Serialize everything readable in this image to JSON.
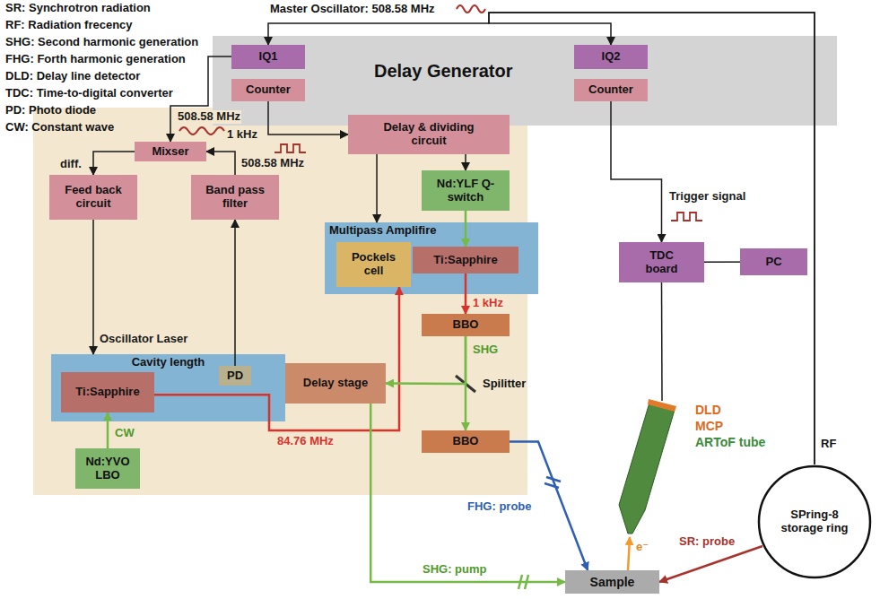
{
  "diagram": {
    "nodes": [
      {
        "text": [
          "Delay Generator"
        ]
      },
      {
        "text": [
          "IQ1"
        ],
        "in": 0
      },
      {
        "text": [
          "Counter"
        ],
        "in": 0
      },
      {
        "text": [
          "IQ2"
        ],
        "in": 0
      },
      {
        "text": [
          "Counter"
        ],
        "in": 0
      },
      {
        "text": [
          "Mixser"
        ]
      },
      {
        "text": [
          "Band pass filter"
        ]
      },
      {
        "text": [
          "Feed back circuit"
        ]
      },
      {
        "text": [
          "Delay & dividing circuit"
        ]
      },
      {
        "text": [
          "Nd:YLF Q-switch"
        ]
      },
      {
        "text": [
          "Multipass Amplifire"
        ]
      },
      {
        "text": [
          "Pockels cell"
        ],
        "in": 10
      },
      {
        "text": [
          "Ti:Sapphire"
        ],
        "in": 10
      },
      {
        "text": [
          "Cavity length"
        ]
      },
      {
        "text": [
          "Ti:Sapphire"
        ],
        "in": 13
      },
      {
        "text": [
          "PD"
        ],
        "in": 13
      },
      {
        "text": [
          "Nd:YVO LBO"
        ]
      },
      {
        "text": [
          "BBO"
        ]
      },
      {
        "text": [
          "Delay stage"
        ]
      },
      {
        "text": [
          "BBO"
        ]
      },
      {
        "text": [
          "TDC board"
        ]
      },
      {
        "text": [
          "PC"
        ]
      },
      {
        "text": [
          "DLD",
          "MCP",
          "ARToF tube"
        ]
      },
      {
        "text": [
          "SPring-8 storage ring"
        ]
      },
      {
        "text": [
          "Sample"
        ]
      }
    ],
    "edges": [
      {
        "from": 23,
        "to": 1,
        "arrow": "to"
      },
      {
        "from": 23,
        "to": 3,
        "arrow": "to"
      },
      {
        "from": 1,
        "to": 5,
        "label": "508.58 MHz",
        "arrow": "to"
      },
      {
        "from": 6,
        "to": 5,
        "label": "508.58 MHz",
        "arrow": "to"
      },
      {
        "from": 5,
        "to": 7,
        "label": "diff.",
        "arrow": "to"
      },
      {
        "from": 7,
        "to": 13,
        "label": "Oscillator Laser",
        "arrow": "to"
      },
      {
        "from": 15,
        "to": 6,
        "arrow": "to"
      },
      {
        "from": 16,
        "to": 14,
        "label": "CW",
        "arrow": "to"
      },
      {
        "from": 14,
        "to": 11,
        "label": "84.76 MHz",
        "arrow": "to"
      },
      {
        "from": 2,
        "to": 8,
        "label": "1 kHz",
        "arrow": "to"
      },
      {
        "from": 8,
        "to": 10,
        "arrow": "to"
      },
      {
        "from": 8,
        "to": 9,
        "arrow": "to"
      },
      {
        "from": 9,
        "to": 12,
        "arrow": "to"
      },
      {
        "from": 12,
        "to": 17,
        "label": "1 kHz",
        "arrow": "to"
      },
      {
        "from": 17,
        "to": 18,
        "label": "SHG",
        "arrow": "to"
      },
      {
        "from": 17,
        "to": 19,
        "arrow": "to"
      },
      {
        "from": 18,
        "to": 24,
        "label": "SHG: pump",
        "arrow": "to"
      },
      {
        "from": 19,
        "to": 24,
        "label": "FHG: probe",
        "arrow": "to"
      },
      {
        "from": 4,
        "to": 20,
        "label": "Trigger signal",
        "arrow": "to"
      },
      {
        "from": 21,
        "to": 20,
        "arrow": "none"
      },
      {
        "from": 22,
        "to": 20,
        "arrow": "none"
      },
      {
        "from": 24,
        "to": 22,
        "label": "e⁻",
        "arrow": "to"
      },
      {
        "from": 23,
        "to": 24,
        "label": "SR: probe",
        "arrow": "to"
      }
    ],
    "labels": [
      "SR: Synchrotron radiation",
      "RF: Radiation frecency",
      "SHG: Second harmonic generation",
      "FHG: Forth harmonic generation",
      "DLD: Delay line detector",
      "TDC: Time-to-digital converter",
      "PD: Photo diode",
      "CW: Constant wave",
      "Master Oscillator: 508.58 MHz",
      "RF",
      "Spilitter"
    ]
  }
}
